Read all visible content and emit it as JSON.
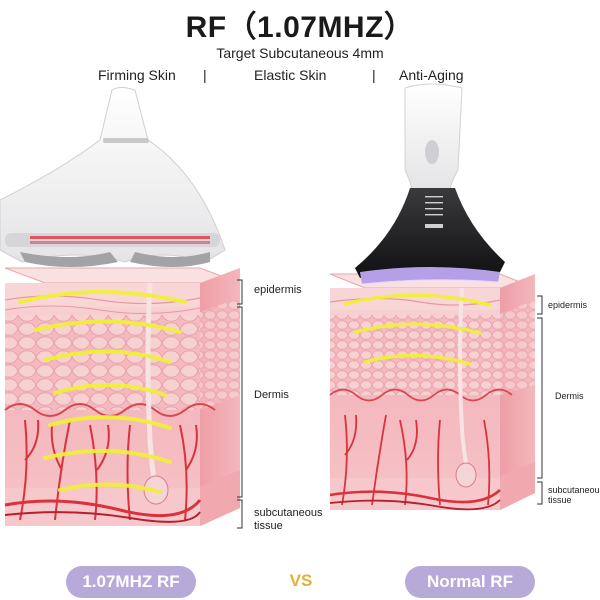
{
  "header": {
    "title": "RF（1.07MHZ）",
    "subtitle": "Target Subcutaneous 4mm",
    "features": [
      "Firming Skin",
      "|",
      "Elastic Skin",
      "|",
      "Anti-Aging"
    ]
  },
  "left_diagram": {
    "layers": [
      "epidermis",
      "Dermis",
      "subcutaneous",
      "tissue"
    ]
  },
  "right_diagram": {
    "layers": [
      "epidermis",
      "Dermis",
      "subcutaneous",
      "tissue"
    ]
  },
  "footer": {
    "left_label": "1.07MHZ RF",
    "vs": "VS",
    "right_label": "Normal RF"
  },
  "colors": {
    "skin_top": "#f7cfd0",
    "skin_mid": "#f2aeb5",
    "skin_deep": "#f4b8be",
    "vessel": "#d9323d",
    "wave": "#f1ef3a",
    "pill": "#b7a9d8",
    "vs": "#e0b23a"
  }
}
